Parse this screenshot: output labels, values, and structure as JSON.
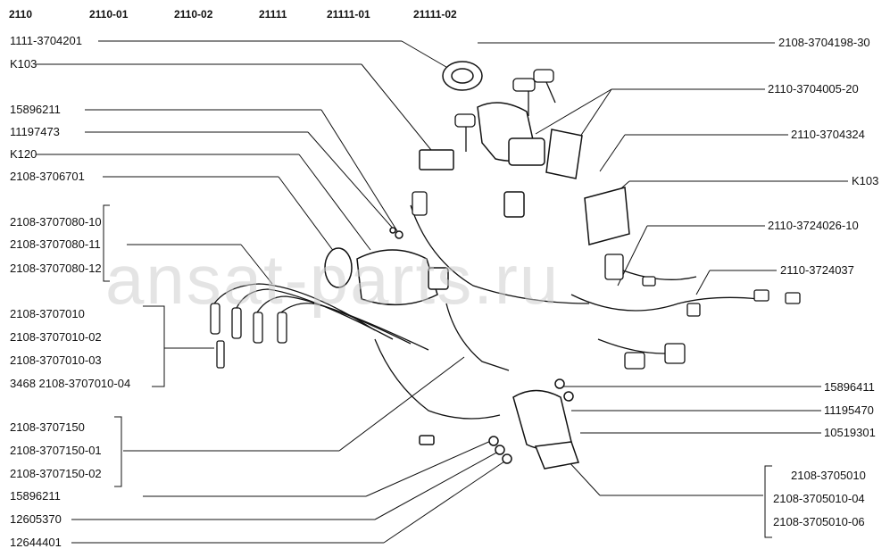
{
  "header": {
    "models": [
      "2110",
      "2110-01",
      "2110-02",
      "21111",
      "21111-01",
      "21111-02"
    ]
  },
  "watermark": "ansat-parts.ru",
  "left_labels": {
    "l1": "1111-3704201",
    "l2": "K103",
    "l3": "15896211",
    "l4": "11197473",
    "l5": "K120",
    "l6": "2108-3706701",
    "g1a": "2108-3707080-10",
    "g1b": "2108-3707080-11",
    "g1c": "2108-3707080-12",
    "g2a": "2108-3707010",
    "g2b": "2108-3707010-02",
    "g2c": "2108-3707010-03",
    "g2d": "3468 2108-3707010-04",
    "g3a": "2108-3707150",
    "g3b": "2108-3707150-01",
    "g3c": "2108-3707150-02",
    "b1": "15896211",
    "b2": "12605370",
    "b3": "12644401"
  },
  "right_labels": {
    "r1": "2108-3704198-30",
    "r2": "2110-3704005-20",
    "r3": "2110-3704324",
    "r4": "K103",
    "r5": "2110-3724026-10",
    "r6": "2110-3724037",
    "r7": "15896411",
    "r8": "11195470",
    "r9": "10519301",
    "g4a": "2108-3705010",
    "g4b": "2108-3705010-04",
    "g4c": "2108-3705010-06"
  },
  "colors": {
    "ink": "#111111",
    "watermark": "#cfcfcf"
  }
}
